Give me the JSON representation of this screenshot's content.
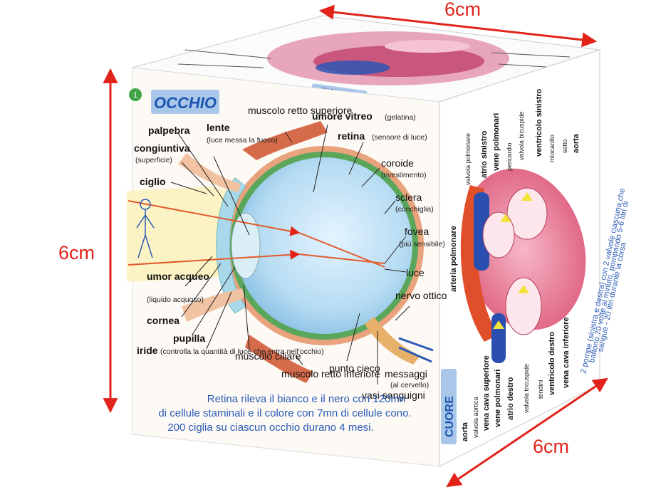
{
  "dimensions": {
    "top": "6cm",
    "left": "6cm",
    "right": "6cm"
  },
  "front_face": {
    "number": "1",
    "title": "OCCHIO",
    "labels": {
      "palpebra": "palpebra",
      "lente": "lente",
      "lente_note": "(luce messa la fuoco)",
      "congiuntiva": "congiuntiva",
      "congiuntiva_note": "(superficie)",
      "ciglio": "ciglio",
      "muscolo_sup": "muscolo retto superiore",
      "umore_vitreo": "umore vitreo",
      "umore_vitreo_note": "(gelatina)",
      "retina": "retina",
      "retina_note": "(sensore di luce)",
      "coroide": "coroide",
      "coroide_note": "(rivestimento)",
      "sclera": "sclera",
      "sclera_note": "(conchiglia)",
      "fovea": "fovea",
      "fovea_note": "(più sensibile)",
      "luce": "luce",
      "nervo": "nervo ottico",
      "umor_acqueo": "umor acqueo",
      "umor_acqueo_note": "(liquido acquoso)",
      "cornea": "cornea",
      "pupilla": "pupilla",
      "iride": "iride",
      "iride_note": "(controlla la quantità di luce che entra nell'occhio)",
      "muscolo_ciliare": "muscolo ciliare",
      "muscolo_inf": "muscolo retto inferiore",
      "punto_cieco": "punto cieco",
      "messaggi": "messaggi",
      "messaggi_note": "(al cervello)",
      "vasi": "vasi sanguigni"
    },
    "caption": [
      "Retina rileva il bianco e il nero con 120mn",
      "di cellule staminali e il colore con 7mn di cellule cono.",
      "200 ciglia su ciascun occhio durano 4 mesi."
    ]
  },
  "right_face": {
    "title": "CUORE",
    "labels": [
      "arteria polmonare",
      "valvola polmonare",
      "atrio sinistro",
      "vene polmonari",
      "pericardio",
      "valvola bicuspide",
      "ventricolo sinistro",
      "miocardio",
      "setto",
      "aorta",
      "aorta",
      "valvola aortica",
      "vena cava superiore",
      "vene polmonari",
      "atrio destro",
      "valvola tricuspide",
      "tendini",
      "ventricolo destro",
      "vena cava inferiore"
    ],
    "caption": [
      "2 pompe (sinistra e destra) con 2 valvole ciascuna che",
      "battono 70 volte al minuto, pompando 5-6 litri di",
      "sangue - 20 litri durante la corsa"
    ]
  },
  "top_face": {
    "title": "POLMONI"
  },
  "colors": {
    "accent_red": "#e2231a",
    "title_blue": "#1d55b3",
    "label_bg": "#a9c7e8",
    "caption_blue": "#2a5bb5"
  }
}
